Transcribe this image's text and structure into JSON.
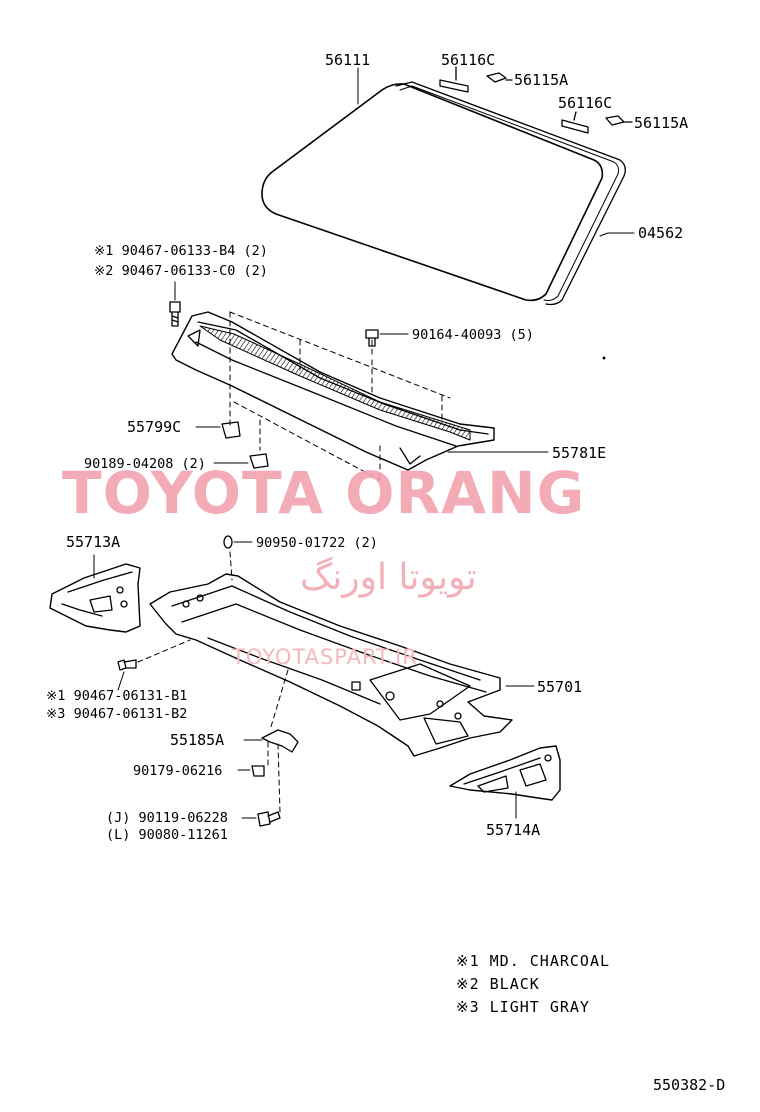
{
  "watermark": {
    "main": "TOYOTA ORANG",
    "farsi": "تویوتا اورنگ",
    "url": "TOYOTASPART.IR"
  },
  "parts": {
    "p56111": "56111",
    "p56116c_1": "56116C",
    "p56115a_1": "56115A",
    "p56116c_2": "56116C",
    "p56115a_2": "56115A",
    "p04562": "04562",
    "p90467_b4": "※1 90467-06133-B4 (2)",
    "p90467_c0": "※2 90467-06133-C0 (2)",
    "p90164": "90164-40093 (5)",
    "p55799c": "55799C",
    "p55781e": "55781E",
    "p90189": "90189-04208 (2)",
    "p55713a": "55713A",
    "p90950": "90950-01722 (2)",
    "p90467_b1": "※1 90467-06131-B1",
    "p90467_b2": "※3 90467-06131-B2",
    "p55701": "55701",
    "p55185a": "55185A",
    "p90179": "90179-06216",
    "p90119": "(J) 90119-06228",
    "p90080": "(L) 90080-11261",
    "p55714a": "55714A"
  },
  "legend": {
    "line1": "※1 MD. CHARCOAL",
    "line2": "※2 BLACK",
    "line3": "※3 LIGHT GRAY"
  },
  "diagram_code": "550382-D"
}
